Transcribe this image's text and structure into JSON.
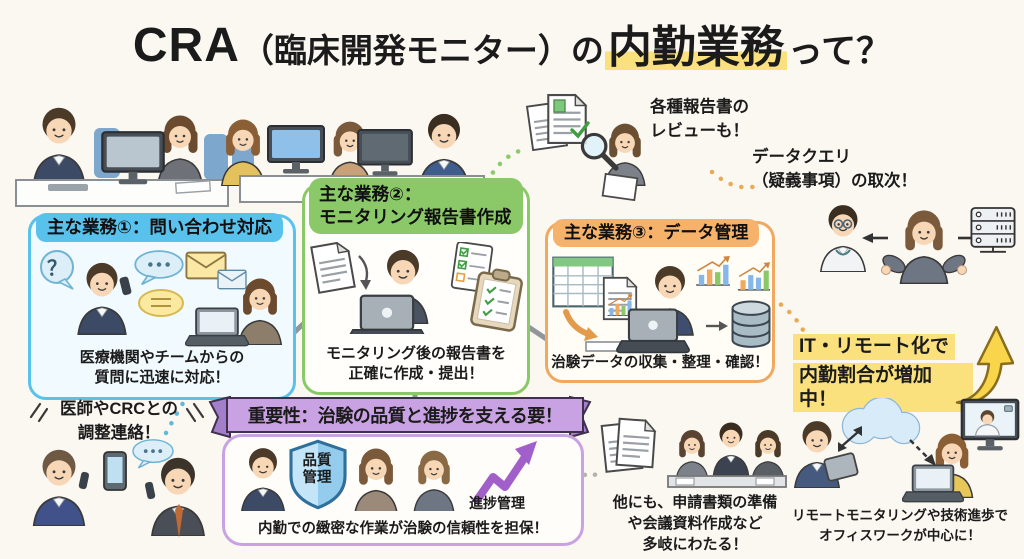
{
  "title": {
    "prefix": "CRA",
    "paren": "（臨床開発モニター）の",
    "highlight": "内勤業務",
    "suffix": "って？"
  },
  "tasks": [
    {
      "header": "主な業務①：問い合わせ対応",
      "caption": "医療機関やチームからの\n質問に迅速に対応！"
    },
    {
      "header": "主な業務②：\nモニタリング報告書作成",
      "caption": "モニタリング後の報告書を\n正確に作成・提出！"
    },
    {
      "header": "主な業務③：データ管理",
      "caption": "治験データの収集・整理・確認！"
    }
  ],
  "callouts": {
    "review": "各種報告書の\nレビューも！",
    "data_query": "データクエリ\n（疑義事項）の取次！",
    "doctor_crc": "医師やCRCとの\n調整連絡！",
    "others": "他にも、申請書類の準備\nや会議資料作成など\n多岐にわたる！",
    "it_remote_lines": [
      "IT・リモート化で",
      "内勤割合が増加中！"
    ],
    "remote_monitoring": "リモートモニタリングや技術進歩で\nオフィスワークが中心に！"
  },
  "importance": {
    "banner": "重要性：治験の品質と進捗を支える要！",
    "shield_label": "品質\n管理",
    "arrow_label": "進捗管理",
    "caption": "内勤での緻密な作業が治験の信頼性を担保！"
  },
  "glyphs": {
    "question": "？"
  },
  "colors": {
    "background": "#fbf8f2",
    "highlight_yellow": "#fae17d",
    "task1_accent": "#58c2ec",
    "task2_accent": "#8ac868",
    "task3_accent": "#f0a95f",
    "banner_purple": "#c8a2e2",
    "up_arrow_yellow": "#f8d54a",
    "growth_arrow_purple": "#a15fc9",
    "connector_gray": "#8f969c"
  }
}
